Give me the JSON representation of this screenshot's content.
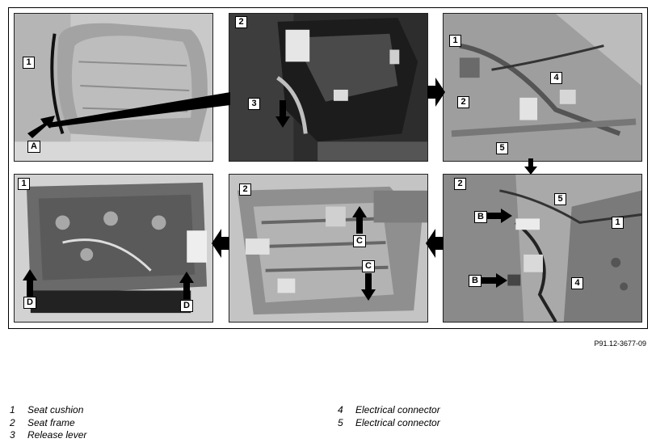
{
  "figure_id": "P91.12-3677-09",
  "callouts": {
    "p1_1": "1",
    "p1_A": "A",
    "p2_2": "2",
    "p2_3": "3",
    "p3_1": "1",
    "p3_4": "4",
    "p3_2": "2",
    "p3_5": "5",
    "p4_2": "2",
    "p4_B1": "B",
    "p4_5": "5",
    "p4_1": "1",
    "p4_B2": "B",
    "p4_4": "4",
    "p5_2": "2",
    "p5_C1": "C",
    "p5_C2": "C",
    "p6_1": "1",
    "p6_D1": "D",
    "p6_D2": "D"
  },
  "legend_left": [
    {
      "num": "1",
      "label": "Seat cushion"
    },
    {
      "num": "2",
      "label": "Seat frame"
    },
    {
      "num": "3",
      "label": "Release lever"
    }
  ],
  "legend_right": [
    {
      "num": "4",
      "label": "Electrical connector"
    },
    {
      "num": "5",
      "label": "Electrical connector"
    }
  ]
}
